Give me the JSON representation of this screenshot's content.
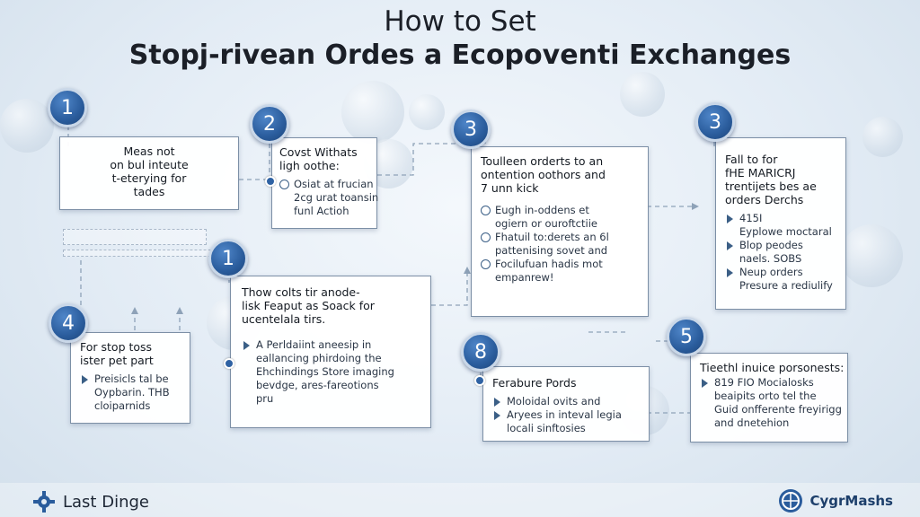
{
  "title": {
    "line1": "How to Set",
    "line2": "Stopj-rivean Ordes a Ecopoventi Exchanges"
  },
  "cards": [
    {
      "number": "1",
      "head": [
        "Meas not",
        "on bul inteute",
        "t-eterying for",
        "tades"
      ],
      "bullets": []
    },
    {
      "number": "2",
      "head": [
        "Covst Withats",
        "ligh oothe:"
      ],
      "bullets": [
        "Osiat at frucian",
        "2cg urat toansin",
        "funl Actioh"
      ]
    },
    {
      "number": "3",
      "head": [
        "Toulleen orderts to an",
        "ontention oothors and",
        "7 unn kick"
      ],
      "bullets": [
        "Eugh in-oddens et",
        "ogiern or ouroftctiie",
        "Fhatuil to:derets an 6l",
        "pattenising sovet and",
        "Focilufuan hadis mot",
        "empanrew!"
      ]
    },
    {
      "number": "3",
      "head": [
        "Fall to for",
        "fHE MARICRJ",
        "trentijets bes ae",
        "orders Derchs"
      ],
      "bullets": [
        "415I",
        "Eyplowe moctaral",
        "Blop peodes",
        "naels. SOBS",
        "Neup orders",
        "Presure a rediulify"
      ]
    },
    {
      "number": "1",
      "head": [
        "Thow colts tir anode-",
        "lisk Feaput as Soack for",
        "ucentelala tirs."
      ],
      "bullets": [
        "A Perldaiint aneesip in",
        "eallancing phirdoing the",
        "Ehchindings Store imaging",
        "bevdge, ares-fareotions",
        "pru"
      ]
    },
    {
      "number": "4",
      "head": [
        "For stop toss",
        "ister pet part"
      ],
      "bullets": [
        "Preisicls tal be",
        "Oypbarin. THB",
        "cloiparnids"
      ]
    },
    {
      "number": "8",
      "head": [
        "Ferabure Pords"
      ],
      "bullets": [
        "Moloidal ovits and",
        "Aryees in inteval legia",
        "locali sinftosies"
      ]
    },
    {
      "number": "5",
      "head": [
        "Tieethl inuice porsonests:"
      ],
      "bullets": [
        "819 FIO Mocialosks",
        "beaipits orto tel the",
        "Guid onfferente freyirigg",
        "and dnetehion"
      ]
    }
  ],
  "footer": {
    "left_logo": "Last Dinge",
    "right_logo": "CygrMashs"
  }
}
